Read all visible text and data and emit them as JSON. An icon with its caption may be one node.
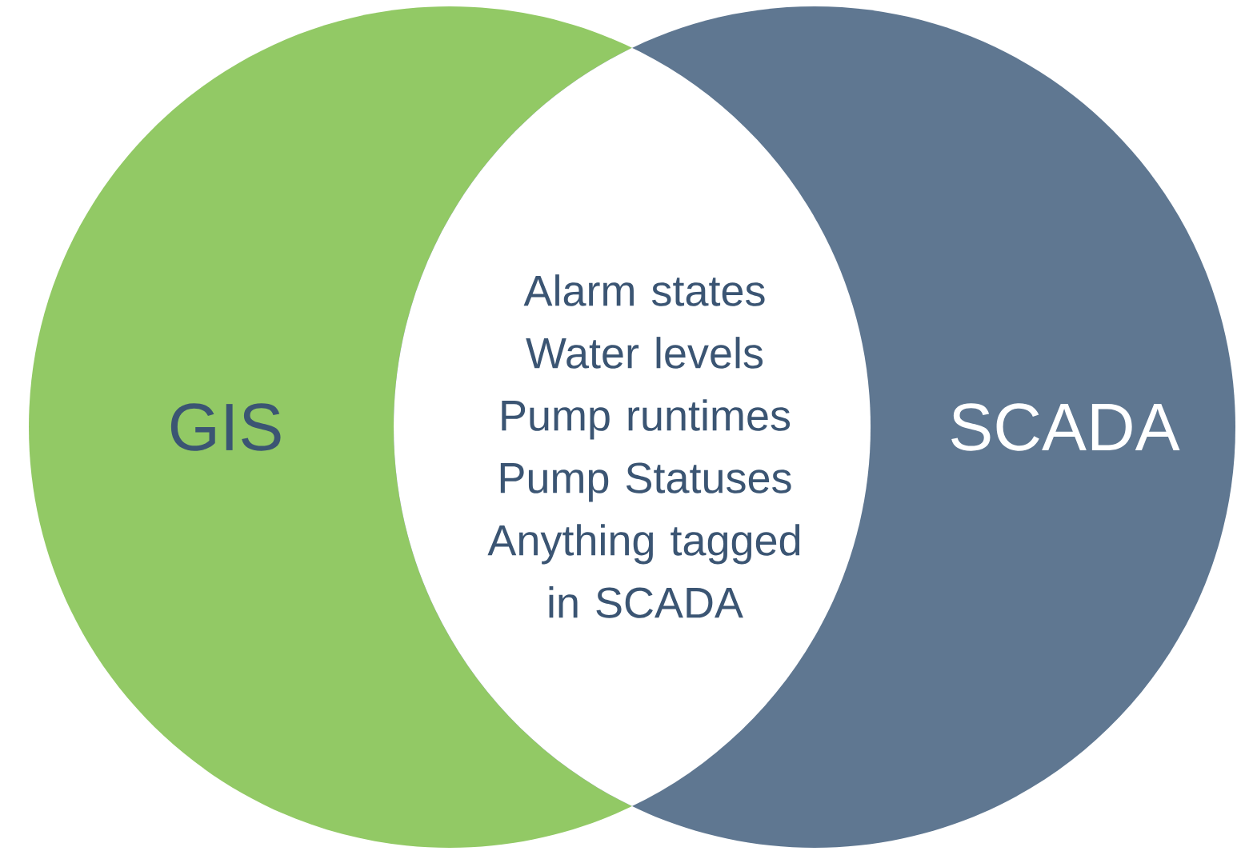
{
  "diagram": {
    "nodes": [
      {
        "text": [
          "GIS"
        ]
      },
      {
        "text": [
          "SCADA"
        ]
      },
      {
        "text": [
          "Alarm states",
          "Water levels",
          "Pump runtimes",
          "Pump Statuses",
          "Anything tagged in SCADA"
        ]
      }
    ]
  }
}
